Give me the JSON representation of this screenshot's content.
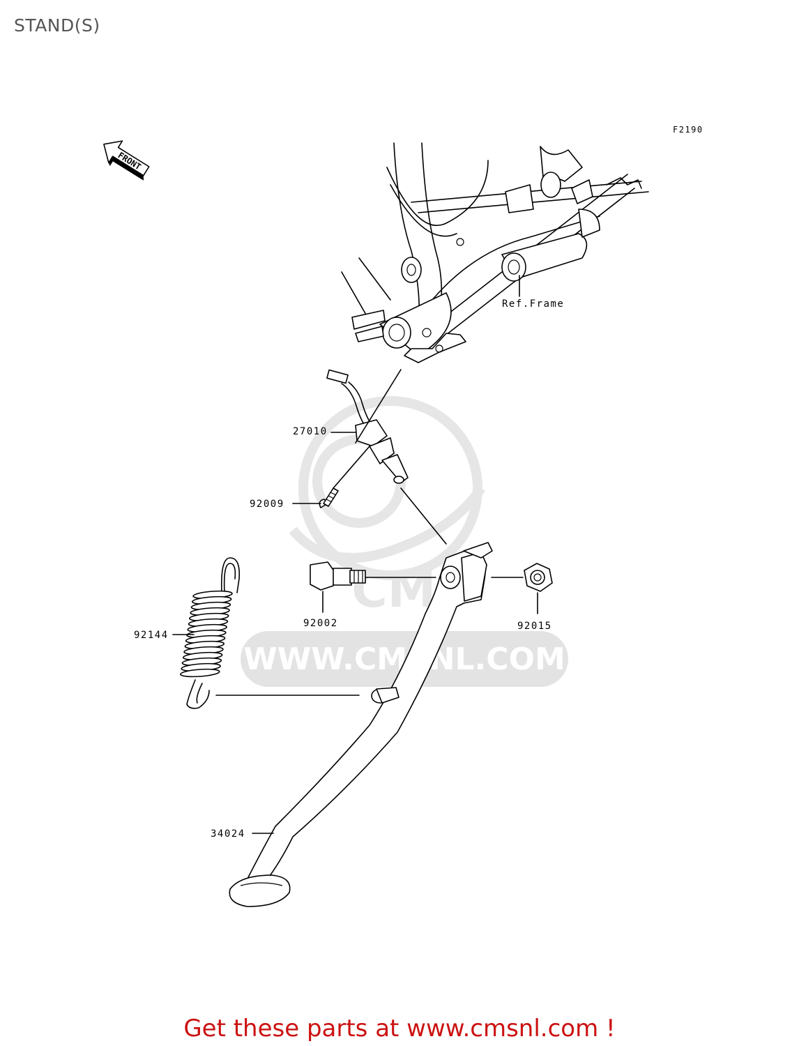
{
  "title": "STAND(S)",
  "figure_code": "F2190",
  "front_arrow": {
    "label": "FRONT",
    "icon": "front-arrow-icon"
  },
  "watermark": {
    "text": "WWW.CMSNL.COM",
    "logo": "CMS",
    "color": "#e3e3e3"
  },
  "parts": [
    {
      "number": "27010"
    },
    {
      "number": "92009"
    },
    {
      "number": "92002"
    },
    {
      "number": "92015"
    },
    {
      "number": "92144"
    },
    {
      "number": "34024"
    }
  ],
  "ref_label": "Ref.Frame",
  "footer": {
    "text": "Get these parts at www.cmsnl.com !",
    "color": "#cc1111"
  }
}
